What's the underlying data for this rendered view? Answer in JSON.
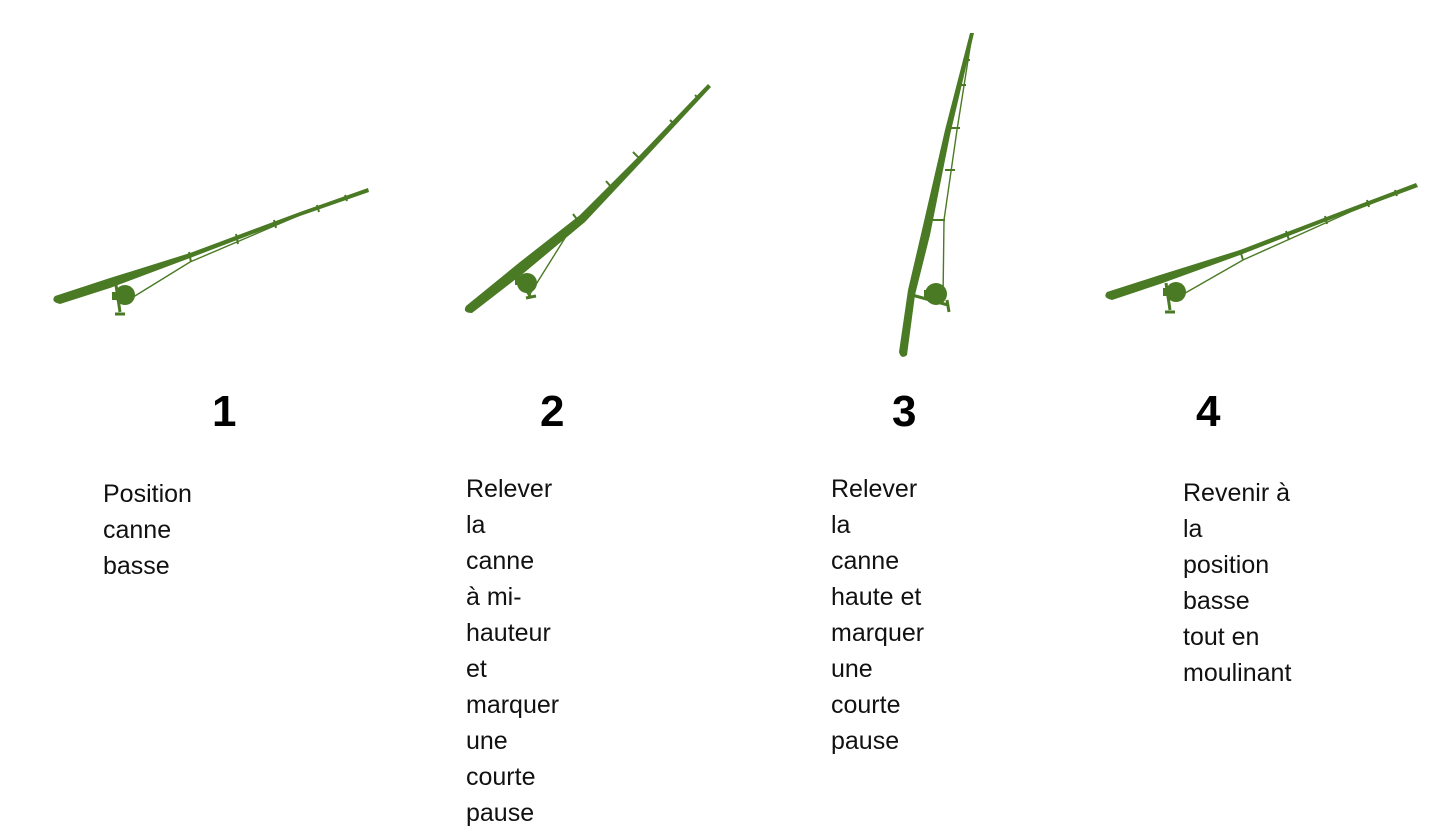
{
  "accent_color": "#4a7a24",
  "steps": [
    {
      "number": "1",
      "caption": "Position canne basse"
    },
    {
      "number": "2",
      "caption": "Relever la canne\nà mi-hauteur et\nmarquer une\ncourte pause"
    },
    {
      "number": "3",
      "caption": "Relever la canne\nhaute et\nmarquer une\ncourte pause"
    },
    {
      "number": "4",
      "caption": "Revenir à la\nposition basse\ntout en moulinant"
    }
  ],
  "icons": [
    "fishing-rod-icon",
    "fishing-reel-icon"
  ]
}
